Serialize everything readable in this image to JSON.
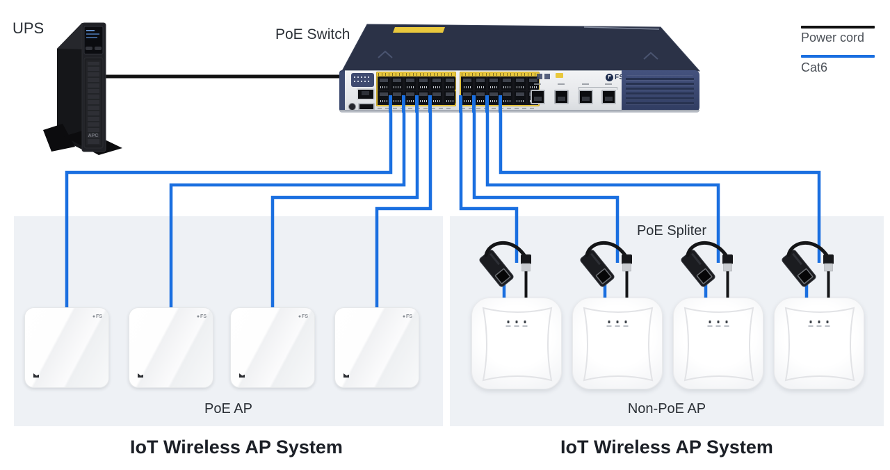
{
  "diagram": {
    "ups": {
      "label": "UPS",
      "brand": "APC"
    },
    "switch": {
      "label": "PoE Switch",
      "brand": "FS"
    },
    "legend": {
      "power": {
        "label": "Power cord",
        "color": "#111111"
      },
      "cat6": {
        "label": "Cat6",
        "color": "#1a6fe0"
      }
    },
    "left_system": {
      "ap_label": "PoE AP",
      "title": "IoT Wireless AP System",
      "ap_count": 4,
      "ap_brand": "FS"
    },
    "right_system": {
      "splitter_label": "PoE Spliter",
      "ap_label": "Non-PoE AP",
      "title": "IoT Wireless AP System",
      "ap_count": 4
    },
    "colors": {
      "cat6_blue": "#1a6fe0",
      "power_black": "#111111",
      "panel_bg": "#eef1f5",
      "switch_navy": "#2b3247",
      "port_yellow": "#e9c83d"
    }
  }
}
